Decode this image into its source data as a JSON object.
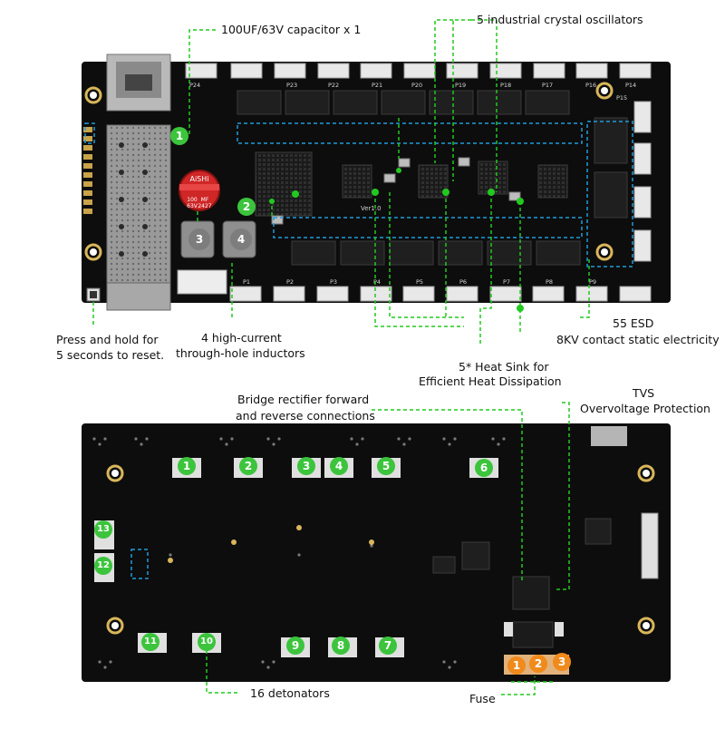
{
  "callouts": {
    "capacitor": "100UF/63V capacitor x 1",
    "crystal": "5 industrial crystal oscillators",
    "reset_line1": "Press and hold for",
    "reset_line2": "5 seconds to reset.",
    "inductors_line1": "4 high-current",
    "inductors_line2": "through-hole inductors",
    "esd_line1": "55 ESD",
    "esd_line2": "8KV contact static electricity",
    "heatsink_line1": "5* Heat Sink for",
    "heatsink_line2": "Efficient Heat Dissipation",
    "bridge_line1": "Bridge rectifier forward",
    "bridge_line2": "and reverse connections",
    "tvs_line1": "TVS",
    "tvs_line2": "Overvoltage Protection",
    "detonators": "16 detonators",
    "fuse": "Fuse"
  },
  "top_board_badges": [
    "1",
    "2",
    "3",
    "4"
  ],
  "bottom_board_badges": [
    "1",
    "2",
    "3",
    "4",
    "5",
    "6",
    "13",
    "12",
    "11",
    "10",
    "9",
    "8",
    "7"
  ],
  "fuse_badges": [
    "1",
    "2",
    "3"
  ],
  "silkscreen": {
    "ports_top": [
      "P24",
      "P23",
      "P22",
      "P21",
      "P20",
      "P19",
      "P18",
      "P17",
      "P16",
      "P15",
      "P14"
    ],
    "ports_bottom": [
      "P1",
      "P2",
      "P3",
      "P4",
      "P5",
      "P6",
      "P7",
      "P8",
      "P9"
    ],
    "capacitor_brand": "AiSHi",
    "capacitor_text": [
      "MF",
      "2427",
      "100",
      "63V"
    ],
    "version": "Ver1.0"
  },
  "colors": {
    "board": "#0d0d0d",
    "callout_green": "#22c91f",
    "highlight_blue": "#1e9bd8",
    "badge_green": "#3cc43c",
    "badge_orange": "#f08a1c"
  }
}
